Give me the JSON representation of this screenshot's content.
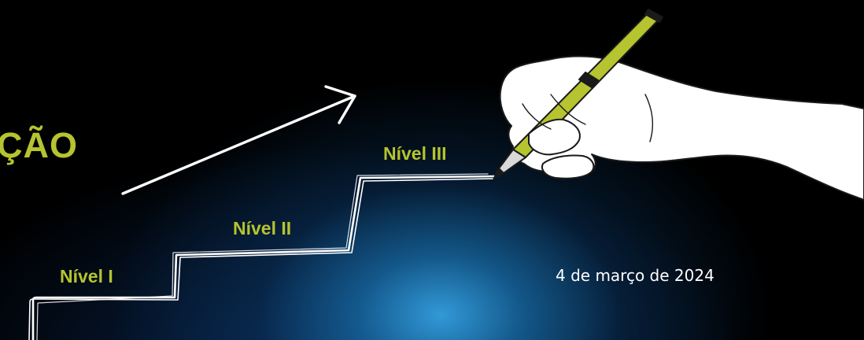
{
  "heading": {
    "text": "ÇÃO"
  },
  "levels": [
    {
      "label": "Nível I"
    },
    {
      "label": "Nível II"
    },
    {
      "label": "Nível III"
    }
  ],
  "event": {
    "date": "4 de março de 2024"
  },
  "colors": {
    "accent": "#b5c42f",
    "background": "#000000",
    "glow": "#34a0e0",
    "line": "#ffffff",
    "pen_body": "#b5c42f",
    "pen_outline": "#1a1a1a"
  },
  "icons": {
    "arrow": "up-right-arrow-icon",
    "staircase": "hand-drawn-staircase",
    "hand": "hand-holding-pen-icon"
  }
}
